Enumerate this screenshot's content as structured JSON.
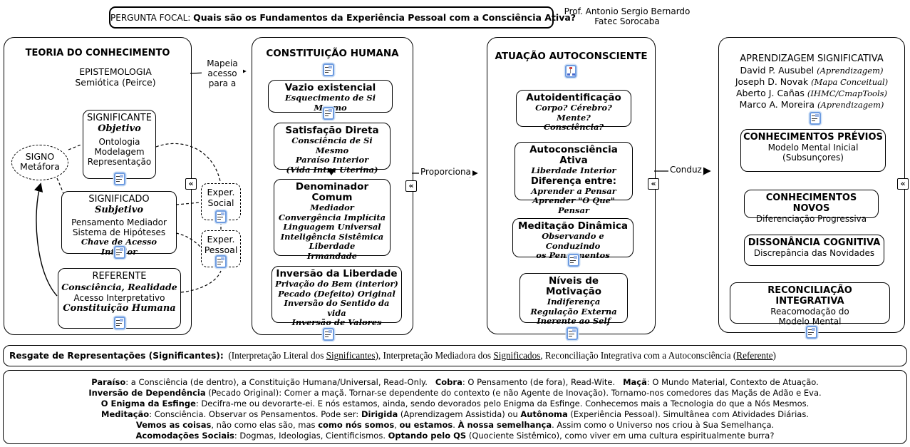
{
  "icons": {
    "collapse_glyph": "«",
    "resource": "document-with-image",
    "concept_map": "concept-map-nodes"
  },
  "header": {
    "focal_label": "PERGUNTA FOCAL: ",
    "focal_question": "Quais são os Fundamentos da Experiência Pessoal com a Consciência Ativa?",
    "credit": "Prof. Antonio Sergio Bernardo\nFatec Sorocaba"
  },
  "col1": {
    "title": "TEORIA DO CONHECIMENTO",
    "subtitle": "EPISTEMOLOGIA\nSemiótica (Peirce)",
    "signo": "SIGNO\nMetáfora",
    "significante": {
      "head": "SIGNIFICANTE",
      "script_top": "Objetivo",
      "body": "Ontologia\nModelagem\nRepresentação"
    },
    "significado": {
      "head": "SIGNIFICADO",
      "script_top": "Subjetivo",
      "body": "Pensamento Mediador\nSistema de Hipóteses",
      "script_bottom": "Chave de Acesso Interior"
    },
    "referente": {
      "head": "REFERENTE",
      "script_top": "Consciência, Realidade",
      "body": "Acesso Interpretativo",
      "script_bottom": "Constituição Humana"
    }
  },
  "between": {
    "mapeia": "Mapeia\nacesso\npara a",
    "proporciona": "Proporciona",
    "conduz": "Conduz",
    "exper_social": "Exper.\nSocial",
    "exper_pessoal": "Exper.\nPessoal"
  },
  "col2": {
    "title": "CONSTITUIÇÃO HUMANA",
    "vazio": {
      "head": "Vazio existencial",
      "script": "Esquecimento de Si Mesmo"
    },
    "satisfacao": {
      "head": "Satisfação Direta",
      "script": "Consciência de Si Mesmo\nParaíso Interior\n(Vida Intra Uterina)"
    },
    "denominador": {
      "head": "Denominador Comum",
      "script": "Mediador\nConvergência Implícita\nLinguagem Universal\nInteligência Sistêmica\nLiberdade\nIrmandade"
    },
    "inversao": {
      "head": "Inversão da Liberdade",
      "script": "Privação do Bem (interior)\nPecado (Defeito) Original\nInversão do Sentido da vida\nInversão de Valores"
    }
  },
  "col3": {
    "title": "ATUAÇÃO AUTOCONSCIENTE",
    "autoident": {
      "head": "Autoidentificação",
      "script": "Corpo? Cérebro? Mente?\nConsciência?"
    },
    "autoconsciencia": {
      "head": "Autoconsciência Ativa",
      "script_top": "Liberdade Interior",
      "mid": "Diferença entre:",
      "script_bottom": "Aprender a Pensar\nAprender \"O Que\" Pensar"
    },
    "meditacao": {
      "head": "Meditação Dinâmica",
      "script": "Observando e Conduzindo\nos Pensamentos"
    },
    "niveis": {
      "head": "Níveis de Motivação",
      "script": "Indiferença\nRegulação Externa\nInerente ao Self"
    }
  },
  "col4": {
    "title": "APRENDIZAGEM SIGNIFICATIVA",
    "authors": [
      {
        "name": "David P. Ausubel ",
        "note": "(Aprendizagem)"
      },
      {
        "name": "Joseph D. Novak ",
        "note": "(Mapa Conceitual)"
      },
      {
        "name": "Aberto J. Cañas ",
        "note": "(IHMC/CmapTools)"
      },
      {
        "name": "Marco A. Moreira ",
        "note": "(Aprendizagem)"
      }
    ],
    "previos": {
      "head": "CONHECIMENTOS PRÉVIOS",
      "body": "Modelo Mental Inicial\n(Subsunçores)"
    },
    "novos": {
      "head": "CONHECIMENTOS NOVOS",
      "body": "Diferenciação Progressiva"
    },
    "dissonancia": {
      "head": "DISSONÂNCIA COGNITIVA",
      "body": "Discrepância das Novidades"
    },
    "reconciliacao": {
      "head": "RECONCILIAÇÃO INTEGRATIVA",
      "body": "Reacomodação do\nModelo Mental"
    }
  },
  "resgate": {
    "segments": [
      {
        "t": "Resgate de Representações (Significantes):",
        "b": true,
        "c": "lead"
      },
      {
        "t": "  (Interpretação Literal dos "
      },
      {
        "t": "Significantes",
        "u": true
      },
      {
        "t": "), Interpretação Mediadora dos "
      },
      {
        "t": "Significados",
        "u": true
      },
      {
        "t": ", Reconciliação Integrativa com a Autoconsciência ("
      },
      {
        "t": "Referente",
        "u": true
      },
      {
        "t": ")"
      }
    ]
  },
  "notes": {
    "lines": [
      [
        {
          "t": "Paraíso",
          "b": true
        },
        {
          "t": ": a Consciência (de dentro), a Constituição Humana/Universal, Read-Only.   "
        },
        {
          "t": "Cobra",
          "b": true
        },
        {
          "t": ": O Pensamento (de fora), Read-Wite.   "
        },
        {
          "t": "Maçã",
          "b": true
        },
        {
          "t": ": O Mundo Material, Contexto de Atuação."
        }
      ],
      [
        {
          "t": "Inversão de Dependência",
          "b": true
        },
        {
          "t": " (Pecado Original): Comer a maçã. Tornar-se dependente do contexto (e não Agente de Inovação). Tornamo-nos comedores das Maçãs de Adão e Eva."
        }
      ],
      [
        {
          "t": "O Enigma da Esfinge",
          "b": true
        },
        {
          "t": ": Decifra-me ou devorarte-ei. E nós estamos, ainda, sendo devorados pelo Enigma da Esfinge. Conhecemos mais a Tecnologia do que a Nós Mesmos."
        }
      ],
      [
        {
          "t": "Meditação",
          "b": true
        },
        {
          "t": ": Consciência. Observar os Pensamentos. Pode ser: "
        },
        {
          "t": "Dirigida",
          "b": true
        },
        {
          "t": " (Aprendizagem Assistida) ou "
        },
        {
          "t": "Autônoma",
          "b": true
        },
        {
          "t": " (Experiência Pessoal). Simultânea com Atividades Diárias."
        }
      ],
      [
        {
          "t": "Vemos as coisas",
          "b": true
        },
        {
          "t": ", não como elas são, mas "
        },
        {
          "t": "como nós somos",
          "b": true
        },
        {
          "t": ", "
        },
        {
          "t": "ou estamos",
          "b": true
        },
        {
          "t": ". "
        },
        {
          "t": "À nossa semelhança",
          "b": true
        },
        {
          "t": ". Assim como o Universo nos criou à Sua Semelhança."
        }
      ],
      [
        {
          "t": "Acomodações Sociais",
          "b": true
        },
        {
          "t": ": Dogmas, Ideologias, Cientificismos. "
        },
        {
          "t": "Optando pelo QS",
          "b": true
        },
        {
          "t": " (Quociente Sistêmico), como viver em uma cultura espiritualmente burra?"
        }
      ]
    ]
  }
}
